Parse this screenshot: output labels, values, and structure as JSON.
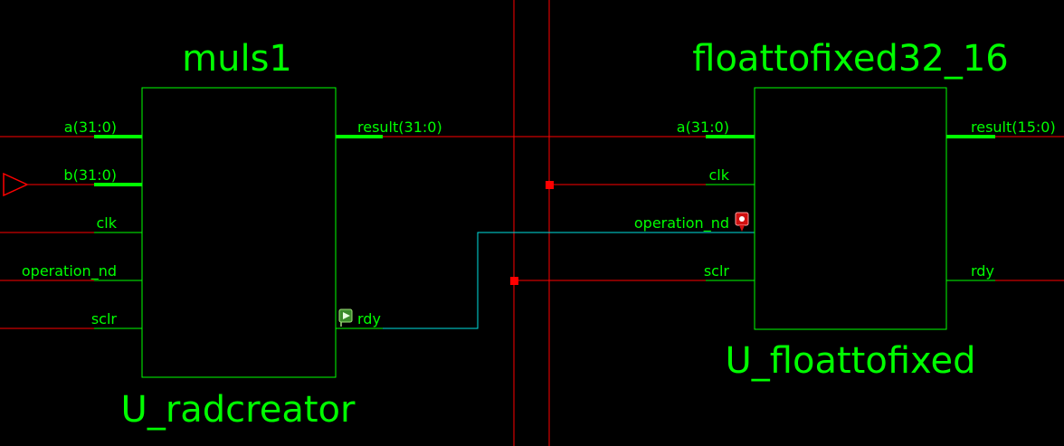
{
  "colors": {
    "background": "#000000",
    "instance_outline": "#00ff00",
    "text": "#00ff00",
    "net": "#ff0000",
    "selected_net": "#00e0e0",
    "junction": "#ff0000"
  },
  "instance_left": {
    "module": "muls1",
    "name": "U_radcreator",
    "inputs": [
      "a(31:0)",
      "b(31:0)",
      "clk",
      "operation_nd",
      "sclr"
    ],
    "outputs": [
      "result(31:0)",
      "rdy"
    ]
  },
  "instance_right": {
    "module": "floattofixed32_16",
    "name": "U_floattofixed",
    "inputs": [
      "a(31:0)",
      "clk",
      "operation_nd",
      "sclr"
    ],
    "outputs": [
      "result(15:0)",
      "rdy"
    ]
  },
  "icons": {
    "input_port": "input-port-triangle-icon",
    "rdy_marker": "green-flag-marker-icon",
    "operation_nd_marker": "red-location-marker-icon"
  }
}
